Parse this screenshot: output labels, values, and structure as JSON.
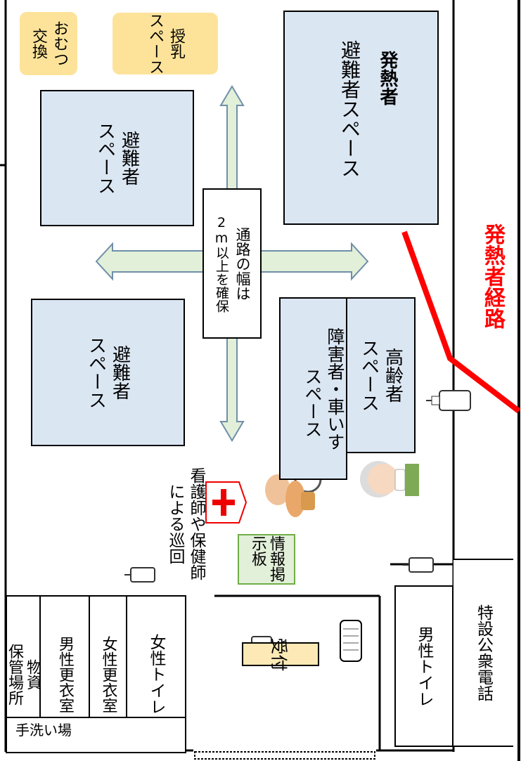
{
  "colors": {
    "space_fill": "#dbe6f3",
    "tag_fill": "#fde39a",
    "board_fill": "#e2efd9",
    "arrow_fill": "#e2efd9",
    "fever_route": "#ff0000"
  },
  "icons": [
    "sanitizer-icon",
    "mask-icon",
    "first-aid-cross-icon",
    "sick-person-icon",
    "wheelchair-user-icon",
    "elderly-person-icon"
  ],
  "tags": {
    "omutsu": [
      "おむつ",
      "交換"
    ],
    "junyu": [
      "授乳",
      "スペース"
    ]
  },
  "spaces": {
    "evacuee_a": [
      "避難者",
      "スペース"
    ],
    "evacuee_b": [
      "避難者",
      "スペース"
    ],
    "evacuee_c": [
      "避難者スペース"
    ],
    "disabled": [
      "障害者・車いす",
      "スペース"
    ],
    "elderly": [
      "高齢者",
      "スペース"
    ]
  },
  "fever": {
    "bubble": "発熱者",
    "route_label": "発熱者経路"
  },
  "corridor_note": [
    "通路の幅は",
    "2m以上を確保"
  ],
  "nurse_note": [
    "看護師や保健師",
    "による巡回"
  ],
  "info_board": "情報掲示板",
  "reception": "受付",
  "rooms": {
    "storage": [
      "物資",
      "保管場所"
    ],
    "male_changing": [
      "男性更衣室"
    ],
    "female_changing": [
      "女性更衣室"
    ],
    "female_toilet": [
      "女性トイレ"
    ],
    "handwash": [
      "手洗い場"
    ],
    "male_toilet": [
      "男性トイレ"
    ],
    "phone": [
      "特設公衆電話"
    ]
  }
}
